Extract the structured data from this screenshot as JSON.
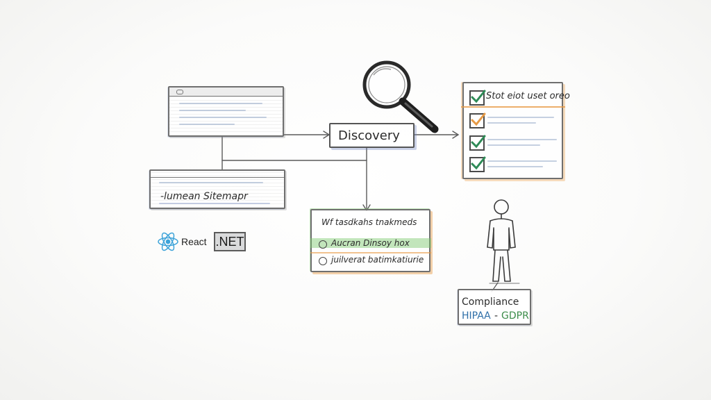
{
  "discovery": {
    "label": "Discovery"
  },
  "sitemap": {
    "label": "-lumean Sitemapr"
  },
  "tech": {
    "react": "React",
    "dotnet": ".NET"
  },
  "checklist": {
    "title": "Stot eiot uset oreo"
  },
  "tasks": {
    "title": "Wf tasdkahs tnakmeds",
    "items": [
      "Aucran Dinsoy hox",
      "juilverat batimkatiurie"
    ]
  },
  "compliance": {
    "title": "Compliance",
    "hipaa": "HIPAA",
    "sep": "-",
    "gdpr": "GDPR"
  },
  "colors": {
    "hipaa": "#2f6fa8",
    "gdpr": "#3c8c4a",
    "check": "#2e8b57",
    "accent_orange": "#e79a45",
    "accent_green": "#7bc86a",
    "react_blue": "#3da3d9"
  }
}
